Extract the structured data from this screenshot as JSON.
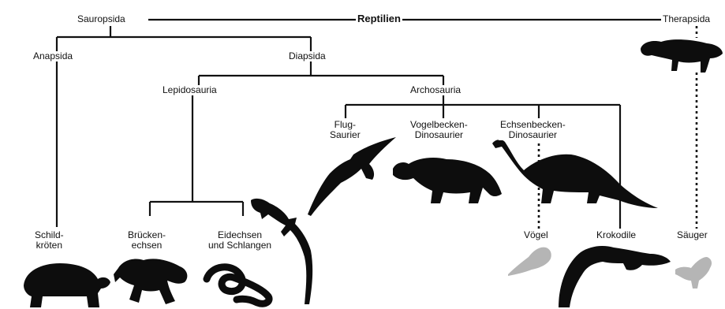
{
  "title": "Reptilien",
  "nodes": {
    "sauropsida": "Sauropsida",
    "therapsida": "Therapsida",
    "anapsida": "Anapsida",
    "diapsida": "Diapsida",
    "lepidosauria": "Lepidosauria",
    "archosauria": "Archosauria",
    "flugsaurier": [
      "Flug-",
      "Saurier"
    ],
    "vogelbecken": [
      "Vogelbecken-",
      "Dinosaurier"
    ],
    "echsenbecken": [
      "Echsenbecken-",
      "Dinosaurier"
    ],
    "schildkroeten": [
      "Schild-",
      "kröten"
    ],
    "brueckenechsen": [
      "Brücken-",
      "echsen"
    ],
    "eidechsen": [
      "Eidechsen",
      "und Schlangen"
    ],
    "voegel": "Vögel",
    "krokodile": "Krokodile",
    "saeuger": "Säuger"
  },
  "silhouettes": [
    "therapsid",
    "turtle",
    "tuatara",
    "snake",
    "lizard",
    "pterosaur",
    "triceratops",
    "sauropod",
    "bird",
    "crocodile",
    "mammal"
  ],
  "colors": {
    "line": "#111111",
    "silhouette": "#0d0d0d",
    "faded": "#b5b5b5"
  }
}
